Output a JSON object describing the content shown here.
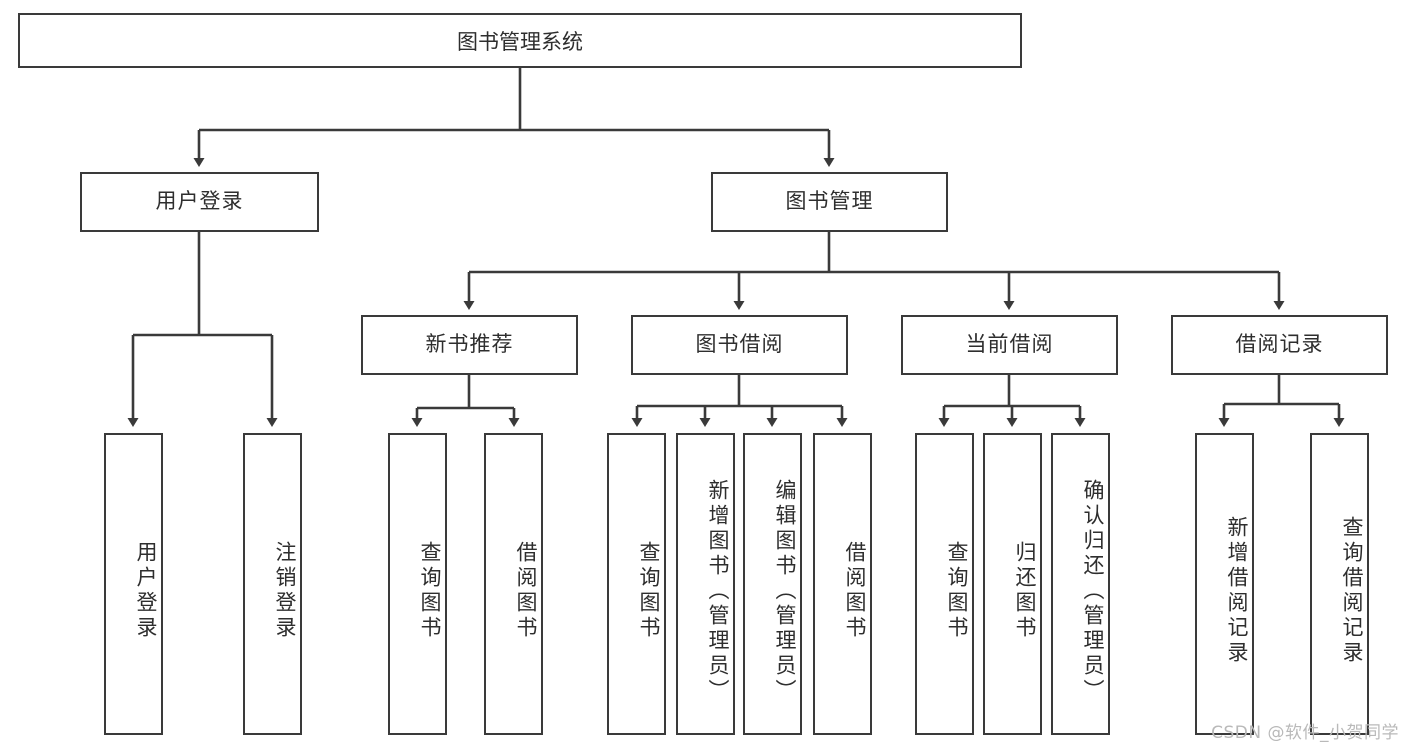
{
  "diagram": {
    "title": "图书管理系统",
    "type": "tree-hierarchy-diagram",
    "stroke_color": "#3a3a3a",
    "text_color": "#2e2e2e",
    "background_color": "#ffffff"
  },
  "root": {
    "label": "图书管理系统"
  },
  "level1": [
    {
      "label": "用户登录"
    },
    {
      "label": "图书管理"
    }
  ],
  "level2": [
    {
      "label": "新书推荐"
    },
    {
      "label": "图书借阅"
    },
    {
      "label": "当前借阅"
    },
    {
      "label": "借阅记录"
    }
  ],
  "leaves": {
    "user_login": [
      {
        "label": "用户登录"
      },
      {
        "label": "注销登录"
      }
    ],
    "new_book": [
      {
        "label": "查询图书"
      },
      {
        "label": "借阅图书"
      }
    ],
    "book_borrow": [
      {
        "label": "查询图书"
      },
      {
        "label": "新增图书（管理员）"
      },
      {
        "label": "编辑图书（管理员）"
      },
      {
        "label": "借阅图书"
      }
    ],
    "current_borrow": [
      {
        "label": "查询图书"
      },
      {
        "label": "归还图书"
      },
      {
        "label": "确认归还（管理员）"
      }
    ],
    "borrow_record": [
      {
        "label": "新增借阅记录"
      },
      {
        "label": "查询借阅记录"
      }
    ]
  },
  "watermark": {
    "text": "CSDN @软件_小贺同学"
  }
}
